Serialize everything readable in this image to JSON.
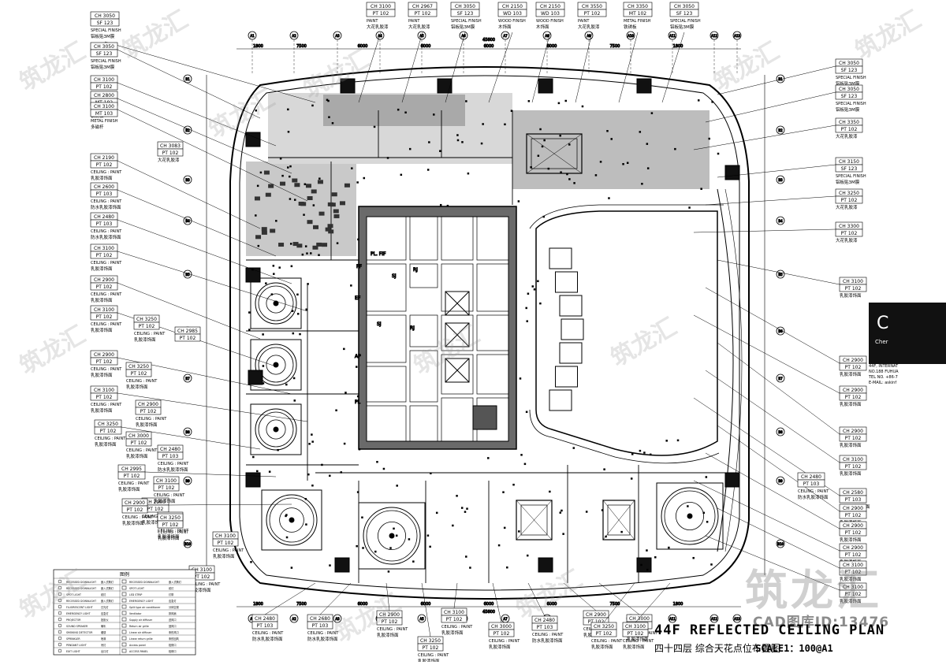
{
  "drawing": {
    "title_en": "44F REFLECTED  CEILING  PLAN",
    "title_cn": "四十四层 综合天花点位布置图",
    "scale": "SCALE1：100@A1",
    "watermark_brand": "筑龙汇",
    "watermark_id": "CAD图库ID:13476",
    "side_logo": "C",
    "side_text": "Cher",
    "side_info": [
      "44F, INTERNAT",
      "NO.188 FUHUA",
      "TEL NO. +86-7",
      "E-MAIL: askinf"
    ]
  },
  "grid_axes": {
    "top": [
      "A1",
      "A2",
      "A3",
      "A4",
      "A5",
      "A6",
      "A7",
      "A8",
      "A9",
      "A10",
      "A11",
      "A12",
      "A13"
    ],
    "left": [
      "B1",
      "B2",
      "B3",
      "B4",
      "B5",
      "B6",
      "B7",
      "B8",
      "B9",
      "B10"
    ],
    "dims_top": [
      "1800",
      "7500",
      "6000",
      "6000",
      "6000",
      "6000",
      "7500",
      "1800"
    ],
    "overall": "45600"
  },
  "tags_top": [
    {
      "ch": "CH 3050",
      "code": "SF 123",
      "desc": "SPECIAL FINISH",
      "cn": "铝板贴3M膜"
    },
    {
      "ch": "CH 3100",
      "code": "PT 102",
      "desc": "PAINT",
      "cn": "大花乳胶漆"
    },
    {
      "ch": "CH 2967",
      "code": "PT 102",
      "desc": "PAINT",
      "cn": "大花乳胶漆"
    },
    {
      "ch": "CH 3050",
      "code": "SF 123",
      "desc": "SPECIAL FINISH",
      "cn": "铝板贴3M膜"
    },
    {
      "ch": "CH 2150",
      "code": "WD 103",
      "desc": "WOOD FINISH",
      "cn": "木饰面"
    },
    {
      "ch": "CH 2150",
      "code": "WD 103",
      "desc": "WOOD FINISH",
      "cn": "木饰面"
    },
    {
      "ch": "CH 3550",
      "code": "PT 102",
      "desc": "PAINT",
      "cn": "大花乳胶漆"
    },
    {
      "ch": "CH 3350",
      "code": "MT 102",
      "desc": "METAL FINISH",
      "cn": "铁锈板"
    },
    {
      "ch": "CH 3050",
      "code": "SF 123",
      "desc": "SPECIAL FINISH",
      "cn": "铝板贴3M膜"
    }
  ],
  "tags_left": [
    {
      "ch": "CH 3050",
      "code": "SF 123",
      "desc": "SPECIAL FINISH",
      "cn": "铝板贴3M膜"
    },
    {
      "ch": "CH 3100",
      "code": "PT 102",
      "desc": "PAINT",
      "cn": "大花乳胶漆"
    },
    {
      "ch": "CH 2800",
      "code": "MT 102",
      "desc": "METAL FINISH",
      "cn": "铁锈板"
    },
    {
      "ch": "CH 3100",
      "code": "MT 103",
      "desc": "METAL FINISH",
      "cn": "多磁杆"
    },
    {
      "ch": "CH 2190",
      "code": "PT 102",
      "desc": "CEILING : PAINT",
      "cn": "乳胶漆饰面"
    },
    {
      "ch": "CH 2600",
      "code": "PT 103",
      "desc": "CEILING : PAINT",
      "cn": "防水乳胶漆饰面"
    },
    {
      "ch": "CH 2480",
      "code": "PT 103",
      "desc": "CEILING : PAINT",
      "cn": "防水乳胶漆饰面"
    },
    {
      "ch": "CH 3100",
      "code": "PT 102",
      "desc": "CEILING : PAINT",
      "cn": "乳胶漆饰面"
    },
    {
      "ch": "CH 2900",
      "code": "PT 102",
      "desc": "CEILING : PAINT",
      "cn": "乳胶漆饰面"
    },
    {
      "ch": "CH 3100",
      "code": "PT 102",
      "desc": "CEILING : PAINT",
      "cn": "乳胶漆饰面"
    },
    {
      "ch": "CH 2900",
      "code": "PT 102",
      "desc": "CEILING : PAINT",
      "cn": "乳胶漆饰面"
    },
    {
      "ch": "CH 3100",
      "code": "PT 102",
      "desc": "CEILING : PAINT",
      "cn": "乳胶漆饰面"
    },
    {
      "ch": "CH 3250",
      "code": "PT 102",
      "desc": "CEILING : PAINT",
      "cn": "乳胶漆饰面"
    },
    {
      "ch": "CH 2995",
      "code": "PT 102",
      "desc": "CEILING : PAINT",
      "cn": "乳胶漆饰面"
    },
    {
      "ch": "CH 2900",
      "code": "PT 102",
      "desc": "CEILING : PAINT",
      "cn": "乳胶漆饰面"
    }
  ],
  "tags_inner_left": [
    {
      "ch": "CH 3083",
      "code": "PT 102",
      "desc": "",
      "cn": "大花乳胶漆"
    },
    {
      "ch": "CH 3250",
      "code": "PT 102",
      "desc": "CEILING : PAINT",
      "cn": "乳胶漆饰面"
    },
    {
      "ch": "CH 2985",
      "code": "PT 102",
      "desc": "",
      "cn": ""
    },
    {
      "ch": "CH 3250",
      "code": "PT 102",
      "desc": "CEILING : PAINT",
      "cn": "乳胶漆饰面"
    },
    {
      "ch": "CH 2900",
      "code": "PT 102",
      "desc": "CEILING : PAINT",
      "cn": "乳胶漆饰面"
    },
    {
      "ch": "CH 3000",
      "code": "PT 102",
      "desc": "CEILING : PAINT",
      "cn": "乳胶漆饰面"
    },
    {
      "ch": "CH 2480",
      "code": "PT 103",
      "desc": "CEILING : PAINT",
      "cn": "防水乳胶漆饰面"
    },
    {
      "ch": "CH 3100",
      "code": "PT 102",
      "desc": "CEILING : PAINT",
      "cn": "乳胶漆饰面"
    },
    {
      "ch": "CH 3250",
      "code": "PT 102",
      "desc": "CEILING : PAINT",
      "cn": "乳胶漆饰面"
    },
    {
      "ch": "CH 3100",
      "code": "PT 102",
      "desc": "CEILING : PAINT",
      "cn": "乳胶漆饰面"
    }
  ],
  "tags_right": [
    {
      "ch": "CH 3050",
      "code": "SF 123",
      "desc": "SPECIAL FINISH",
      "cn": "铝板贴3M膜"
    },
    {
      "ch": "CH 3050",
      "code": "SF 123",
      "desc": "SPECIAL FINISH",
      "cn": "铝板贴3M膜"
    },
    {
      "ch": "CH 3350",
      "code": "PT 102",
      "desc": "",
      "cn": "大花乳胶漆"
    },
    {
      "ch": "CH 3150",
      "code": "SF 123",
      "desc": "SPECIAL FINISH",
      "cn": "铝板贴3M膜"
    },
    {
      "ch": "CH 3250",
      "code": "PT 102",
      "desc": "",
      "cn": "大花乳胶漆"
    },
    {
      "ch": "CH 3300",
      "code": "PT 102",
      "desc": "",
      "cn": "大花乳胶漆"
    },
    {
      "ch": "CH 3100",
      "code": "PT 102",
      "desc": "",
      "cn": "乳胶漆饰面"
    },
    {
      "ch": "CH 2900",
      "code": "PT 102",
      "desc": "",
      "cn": "乳胶漆饰面"
    },
    {
      "ch": "CH 2900",
      "code": "PT 102",
      "desc": "",
      "cn": "乳胶漆饰面"
    },
    {
      "ch": "CH 2900",
      "code": "PT 102",
      "desc": "",
      "cn": "乳胶漆饰面"
    },
    {
      "ch": "CH 3100",
      "code": "PT 102",
      "desc": "",
      "cn": "乳胶漆饰面"
    },
    {
      "ch": "CH 2580",
      "code": "PT 103",
      "desc": "",
      "cn": "防水乳胶漆饰面"
    },
    {
      "ch": "CH 2900",
      "code": "PT 102",
      "desc": "",
      "cn": "乳胶漆饰面"
    },
    {
      "ch": "CH 2900",
      "code": "PT 102",
      "desc": "",
      "cn": "乳胶漆饰面"
    },
    {
      "ch": "CH 2900",
      "code": "PT 102",
      "desc": "",
      "cn": "乳胶漆饰面"
    },
    {
      "ch": "CH 3100",
      "code": "PT 102",
      "desc": "",
      "cn": "乳胶漆饰面"
    },
    {
      "ch": "CH 3100",
      "code": "PT 102",
      "desc": "",
      "cn": "乳胶漆饰面"
    }
  ],
  "tags_right_inner": [
    {
      "ch": "CH 2480",
      "code": "PT 103",
      "desc": "CEILING : PAINT",
      "cn": "防水乳胶漆饰面"
    }
  ],
  "tags_bottom": [
    {
      "ch": "CH 2480",
      "code": "PT 103",
      "desc": "CEILING : PAINT",
      "cn": "防水乳胶漆饰面"
    },
    {
      "ch": "CH 2680",
      "code": "PT 103",
      "desc": "CEILING : PAINT",
      "cn": "防水乳胶漆饰面"
    },
    {
      "ch": "CH 2900",
      "code": "PT 102",
      "desc": "CEILING : PAINT",
      "cn": "乳胶漆饰面"
    },
    {
      "ch": "CH 3250",
      "code": "PT 102",
      "desc": "CEILING : PAINT",
      "cn": "乳胶漆饰面"
    },
    {
      "ch": "CH 3100",
      "code": "PT 102",
      "desc": "CEILING : PAINT",
      "cn": "乳胶漆饰面"
    },
    {
      "ch": "CH 3000",
      "code": "PT 102",
      "desc": "CEILING : PAINT",
      "cn": "乳胶漆饰面"
    },
    {
      "ch": "CH 2480",
      "code": "PT 103",
      "desc": "CEILING : PAINT",
      "cn": "防水乳胶漆饰面"
    },
    {
      "ch": "CH 2900",
      "code": "PT 102",
      "desc": "CEILING : PAINT",
      "cn": "乳胶漆饰面"
    },
    {
      "ch": "CH 3000",
      "code": "PT 102",
      "desc": "CEILING : PAINT",
      "cn": "乳胶漆饰面"
    },
    {
      "ch": "CH 3250",
      "code": "PT 102",
      "desc": "CEILING : PAINT",
      "cn": "乳胶漆饰面"
    },
    {
      "ch": "CH 3100",
      "code": "PT 102",
      "desc": "CEILING : PAINT",
      "cn": "乳胶漆饰面"
    }
  ],
  "tags_left_lower": [
    {
      "ch": "CH 2900",
      "code": "PT 102",
      "desc": "CEILING : PAINT",
      "cn": "乳胶漆饰面"
    },
    {
      "ch": "CH 3250",
      "code": "PT 102",
      "desc": "CEILING : PAINT",
      "cn": "乳胶漆饰面"
    },
    {
      "ch": "CH 3100",
      "code": "PT 102",
      "desc": "CEILING : PAINT",
      "cn": "乳胶漆饰面"
    }
  ],
  "room_labels": [
    "PL. FIF",
    "SJ",
    "RJ",
    "SJ",
    "RJ",
    "AP",
    "PL",
    "EF",
    "FF"
  ],
  "legend": {
    "title": "图例",
    "rows": [
      [
        "RECESSED DOWNLIGHT",
        "嵌入式筒灯",
        "RECESSED DOWNLIGHT",
        "嵌入式筒灯"
      ],
      [
        "RECESSED DOWNLIGHT",
        "嵌入式筒灯",
        "SPOT LIGHT",
        "射灯"
      ],
      [
        "SPOT LIGHT",
        "射灯",
        "LED STRIP",
        "灯带"
      ],
      [
        "RECESSED DOWNLIGHT",
        "嵌入式筒灯",
        "EMERGENCY LIGHT",
        "应急灯"
      ],
      [
        "FLUORESCENT LIGHT",
        "日光灯",
        "Split type air conditioner",
        "分体空调"
      ],
      [
        "EMERGENCY LIGHT",
        "应急灯",
        "Ventilator",
        "排风扇"
      ],
      [
        "PROJECTOR",
        "投影仪",
        "Supply air diffuser",
        "送风口"
      ],
      [
        "SOUND SPEAKER",
        "喇叭",
        "Return air grille",
        "回风口"
      ],
      [
        "SMOKING DETECTOR",
        "烟感",
        "Linear air diffuser",
        "条形风口"
      ],
      [
        "SPRINKLER",
        "喷淋",
        "Linear return grille",
        "条形回风"
      ],
      [
        "PENDANT LIGHT",
        "吊灯",
        "Access panel",
        "检修口"
      ],
      [
        "EXIT LIGHT",
        "出口灯",
        "ACCESS PANEL",
        "检修口"
      ]
    ]
  }
}
